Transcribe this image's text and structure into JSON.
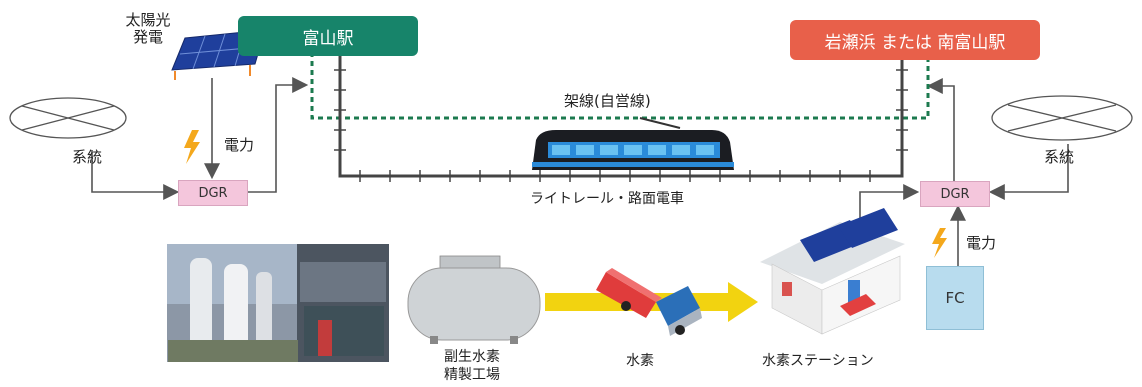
{
  "stations": {
    "left": "富山駅",
    "right": "岩瀬浜 または 南富山駅"
  },
  "labels": {
    "solar": "太陽光\n発電",
    "grid_left": "系統",
    "grid_right": "系統",
    "power_left": "電力",
    "power_right": "電力",
    "overhead_line": "架線(自営線)",
    "tram": "ライトレール・路面電車",
    "dgr_left": "DGR",
    "dgr_right": "DGR",
    "fc": "FC",
    "refinery": "副生水素\n精製工場",
    "hydrogen": "水素",
    "hydrogen_station": "水素ステーション"
  },
  "colors": {
    "station_left": "#17846a",
    "station_right": "#e8604a",
    "overhead": "#1c7a4f",
    "track": "#444444",
    "dgr": "#f4c6dc",
    "fc": "#b8dcee",
    "arrow_yellow": "#f2d310",
    "lightning": "#f4a81c"
  },
  "icons": [
    "solar-panel-icon",
    "grid-symbol-icon",
    "lightning-icon",
    "tram-icon",
    "hydrogen-tank-icon",
    "truck-icon",
    "hydrogen-station-icon",
    "factory-photo"
  ]
}
